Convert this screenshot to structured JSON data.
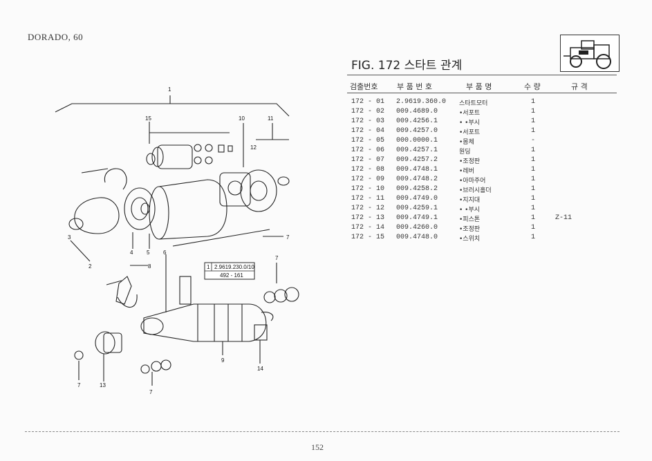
{
  "header": {
    "model": "DORADO, 60",
    "figure_title": "FIG. 172 스타트 관계"
  },
  "columns": [
    "검출번호",
    "부 품 번 호",
    "부 품 명",
    "수 량",
    "규 격"
  ],
  "parts": [
    {
      "ref": "172 - 01",
      "part_no": "2.9619.360.0",
      "name": "스타트모터",
      "qty": "1",
      "spec": ""
    },
    {
      "ref": "172 - 02",
      "part_no": "009.4689.0",
      "name": "•서포트",
      "qty": "1",
      "spec": ""
    },
    {
      "ref": "172 - 03",
      "part_no": "009.4256.1",
      "name": "• •부시",
      "qty": "1",
      "spec": ""
    },
    {
      "ref": "172 - 04",
      "part_no": "009.4257.0",
      "name": "•서포트",
      "qty": "1",
      "spec": ""
    },
    {
      "ref": "172 - 05",
      "part_no": "000.0000.1",
      "name": "•몸체",
      "qty": "-",
      "spec": ""
    },
    {
      "ref": "172 - 06",
      "part_no": "009.4257.1",
      "name": "원딩",
      "qty": "1",
      "spec": ""
    },
    {
      "ref": "172 - 07",
      "part_no": "009.4257.2",
      "name": "•조정판",
      "qty": "1",
      "spec": ""
    },
    {
      "ref": "172 - 08",
      "part_no": "009.4748.1",
      "name": "•레버",
      "qty": "1",
      "spec": ""
    },
    {
      "ref": "172 - 09",
      "part_no": "009.4748.2",
      "name": "•아마주어",
      "qty": "1",
      "spec": ""
    },
    {
      "ref": "172 - 10",
      "part_no": "009.4258.2",
      "name": "•브러시홀더",
      "qty": "1",
      "spec": ""
    },
    {
      "ref": "172 - 11",
      "part_no": "009.4749.0",
      "name": "•지지대",
      "qty": "1",
      "spec": ""
    },
    {
      "ref": "172 - 12",
      "part_no": "009.4259.1",
      "name": "• •부시",
      "qty": "1",
      "spec": ""
    },
    {
      "ref": "172 - 13",
      "part_no": "009.4749.1",
      "name": "•피스톤",
      "qty": "1",
      "spec": "Z-11"
    },
    {
      "ref": "172 - 14",
      "part_no": "009.4260.0",
      "name": "•조정판",
      "qty": "1",
      "spec": ""
    },
    {
      "ref": "172 - 15",
      "part_no": "009.4748.0",
      "name": "•스위치",
      "qty": "1",
      "spec": ""
    }
  ],
  "diagram": {
    "callouts": [
      "1",
      "15",
      "10",
      "11",
      "12",
      "3",
      "2",
      "4",
      "5",
      "6",
      "8",
      "7",
      "7",
      "9",
      "14",
      "7",
      "13",
      "7"
    ],
    "ref_box": {
      "line1_index": "1",
      "line1_value": "2.9619.230.0/10",
      "line2_value": "492 - 161"
    }
  },
  "footer": {
    "page_number": "152"
  }
}
